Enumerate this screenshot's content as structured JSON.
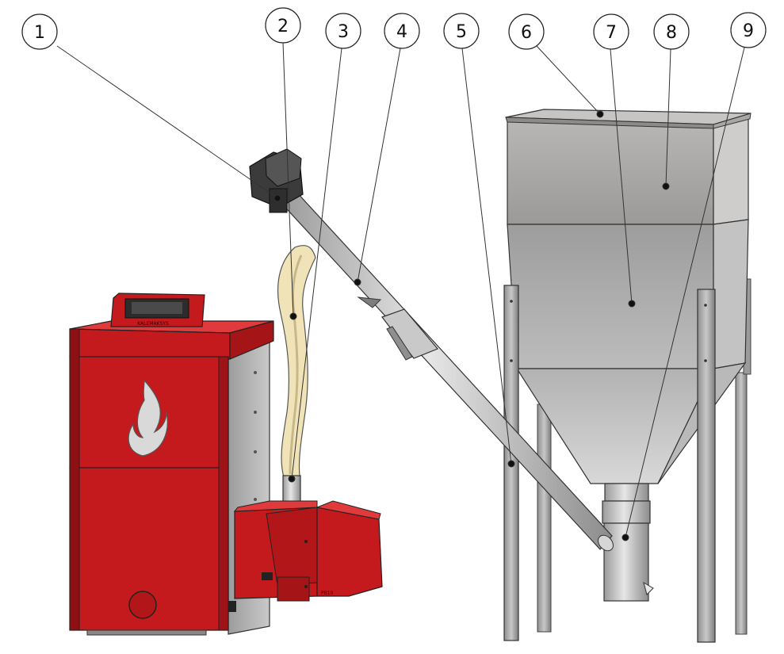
{
  "callouts": [
    {
      "number": "1",
      "part": "auger motor"
    },
    {
      "number": "2",
      "part": "flexible pellet hose"
    },
    {
      "number": "3",
      "part": "burner inlet pipe"
    },
    {
      "number": "4",
      "part": "feed auger tube"
    },
    {
      "number": "5",
      "part": "silo leg"
    },
    {
      "number": "6",
      "part": "silo lid"
    },
    {
      "number": "7",
      "part": "silo hopper"
    },
    {
      "number": "8",
      "part": "silo upper section"
    },
    {
      "number": "9",
      "part": "silo outlet pipe"
    }
  ],
  "boiler": {
    "panel_label": "KALEMAKSYS",
    "burner_label": "PB10"
  },
  "colors": {
    "boiler_red": "#c41a1e",
    "boiler_red_dark": "#8e1014",
    "steel": "#b4b4b4",
    "hose": "#f1e3b8"
  }
}
